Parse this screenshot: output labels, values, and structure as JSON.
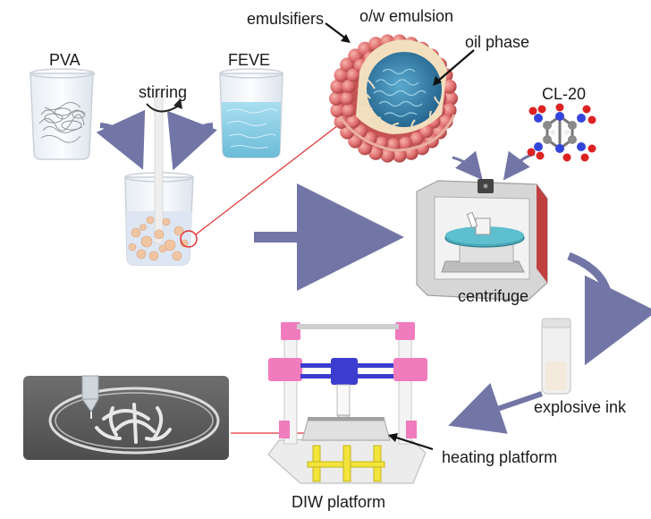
{
  "labels": {
    "pva": "PVA",
    "feve": "FEVE",
    "stirring": "stirring",
    "emulsifiers": "emulsifiers",
    "ow_emulsion": "o/w emulsion",
    "oil_phase": "oil phase",
    "cl20": "CL-20",
    "centrifuge": "centrifuge",
    "explosive_ink": "explosive ink",
    "heating_platform": "heating platform",
    "diw_platform": "DIW platform"
  },
  "colors": {
    "arrow": "#7276a6",
    "droplet_shell": "#e07070",
    "oil_phase": "#3d8fb8",
    "feve_liquid": "#8fd0e6",
    "pink_frame": "#f07bbd",
    "blue_carriage": "#3c3ccf",
    "rotor": "#4ba8b8",
    "callout_line": "#e03030"
  }
}
